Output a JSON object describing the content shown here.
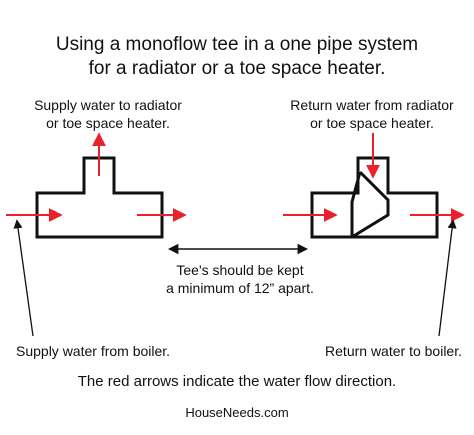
{
  "title": {
    "line1": "Using a monoflow tee in a one pipe system",
    "line2": "for a radiator or a toe space heater."
  },
  "labels": {
    "supply_to_radiator": [
      "Supply water to radiator",
      "or toe space heater."
    ],
    "return_from_radiator": [
      "Return water from radiator",
      "or toe space heater."
    ],
    "spacing": [
      "Tee's should be kept",
      "a minimum of 12” apart."
    ],
    "supply_from_boiler": "Supply water from boiler.",
    "return_to_boiler": "Return water to boiler."
  },
  "caption": "The red arrows indicate the water flow direction.",
  "brand": "HouseNeeds.com",
  "colors": {
    "flow_arrow": "#e8212a",
    "outline": "#111111"
  }
}
